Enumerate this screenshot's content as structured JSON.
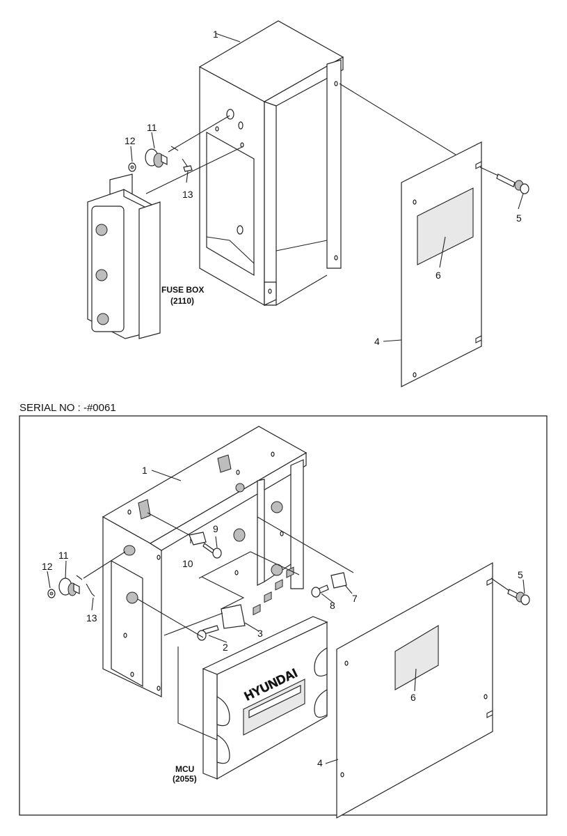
{
  "top": {
    "callouts": {
      "c1": "1",
      "c4": "4",
      "c5": "5",
      "c6": "6",
      "c11": "11",
      "c12": "12",
      "c13": "13"
    },
    "fuse_box": {
      "name": "FUSE BOX",
      "code": "(2110)"
    }
  },
  "bottom": {
    "serial": "SERIAL NO : -#0061",
    "callouts": {
      "c1": "1",
      "c2": "2",
      "c3": "3",
      "c4": "4",
      "c5": "5",
      "c6": "6",
      "c7": "7",
      "c8": "8",
      "c9": "9",
      "c10": "10",
      "c11": "11",
      "c12": "12",
      "c13": "13"
    },
    "mcu": {
      "name": "MCU",
      "code": "(2055)",
      "brand": "HYUNDAI"
    }
  }
}
